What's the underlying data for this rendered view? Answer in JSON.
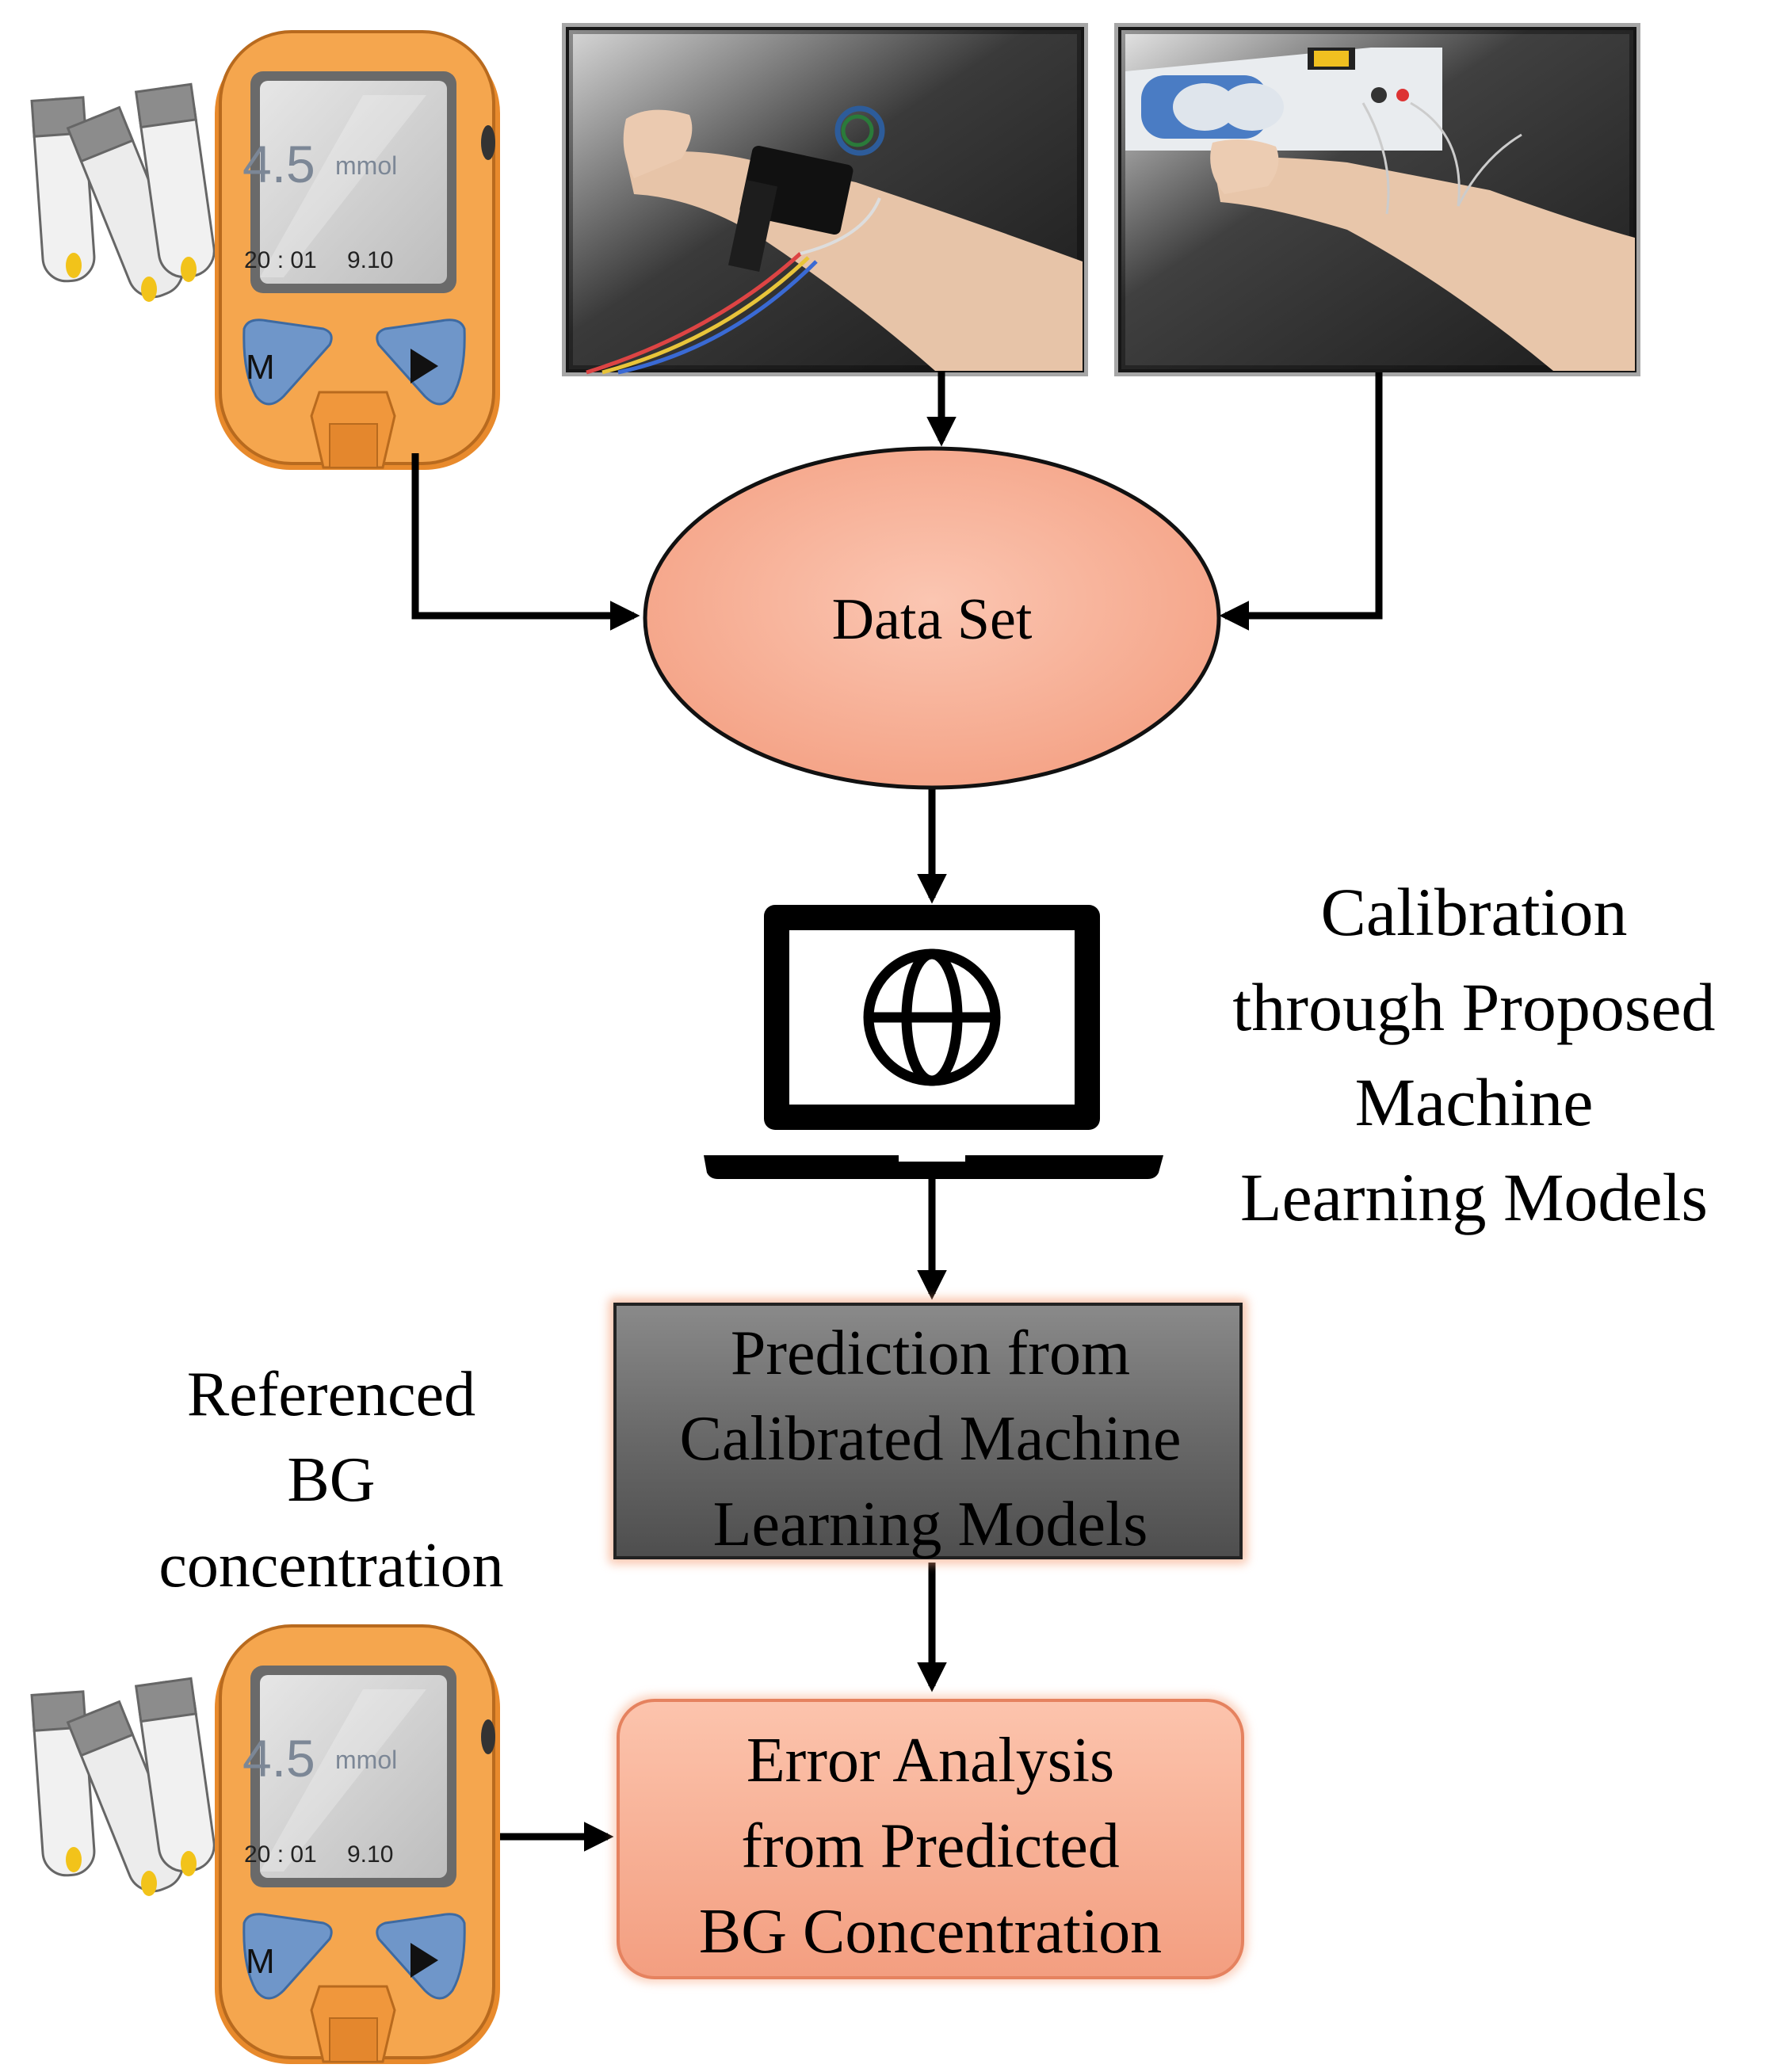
{
  "meter": {
    "reading": "4.5",
    "unit": "mmol",
    "time": "20 : 01",
    "date": "9.10",
    "button_m": "M"
  },
  "dataset": {
    "label": "Data Set"
  },
  "calibration": {
    "lines": [
      "Calibration",
      "through Proposed",
      "Machine",
      "Learning Models"
    ]
  },
  "prediction": {
    "lines": [
      "Prediction from",
      "Calibrated Machine",
      "Learning Models"
    ]
  },
  "reference": {
    "lines": [
      "Referenced",
      "BG",
      "concentration"
    ]
  },
  "error": {
    "lines": [
      "Error Analysis",
      "from Predicted",
      "BG Concentration"
    ]
  },
  "colors": {
    "salmon": "#f7ad92",
    "meter_orange": "#f5a64e",
    "meter_button_blue": "#6f96c9",
    "gray_box": "#6b6b6b"
  }
}
